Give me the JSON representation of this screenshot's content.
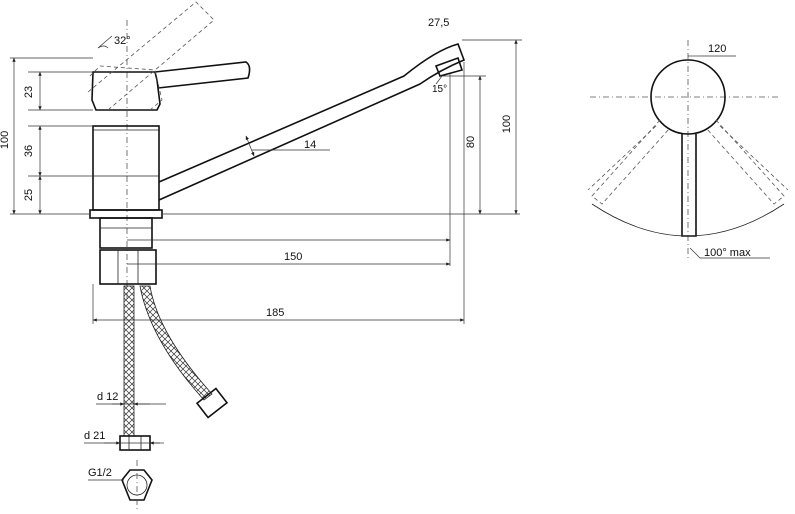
{
  "dimensions": {
    "lever_angle": "32°",
    "spout_reach_offset": "27,5",
    "aerator_tilt": "15°",
    "lever_height": "23",
    "body_height": "36",
    "base_height": "25",
    "total_height_left": "100",
    "spout_height": "80",
    "total_height_right": "100",
    "spout_diameter": "14",
    "spout_reach": "150",
    "total_length": "185",
    "top_view_diameter": "120",
    "lever_swing": "100° max",
    "hose_d12": "d 12",
    "hose_d21": "d 21",
    "thread": "G1/2"
  }
}
